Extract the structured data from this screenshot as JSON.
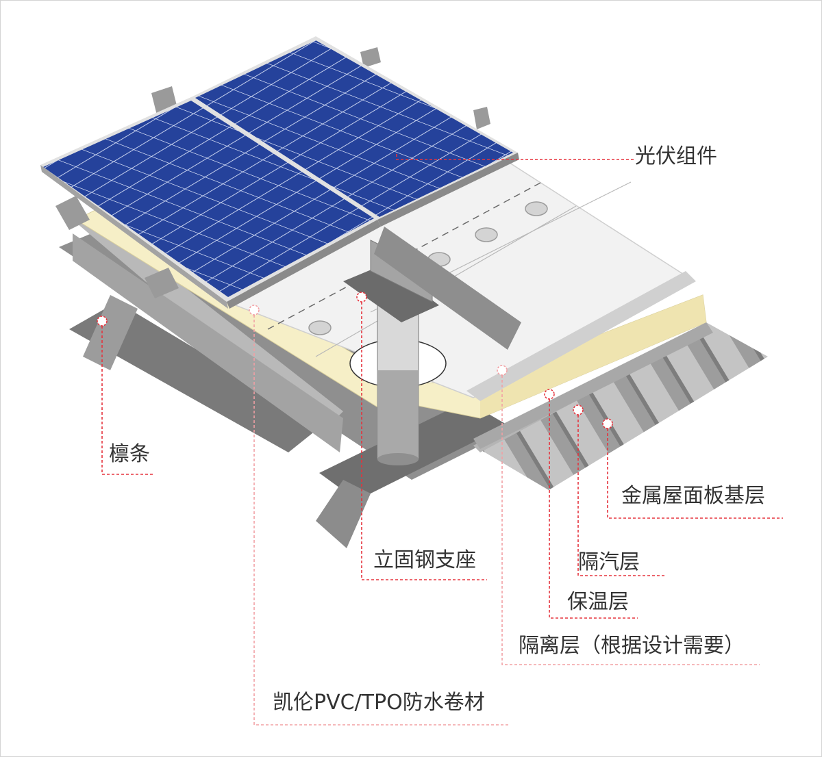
{
  "labels": {
    "pv_module": "光伏组件",
    "purlin": "檩条",
    "steel_support": "立固钢支座",
    "metal_deck": "金属屋面板基层",
    "vapor_barrier": "隔汽层",
    "insulation": "保温层",
    "isolation_layer": "隔离层（根据设计需要）",
    "membrane": "凯伦PVC/TPO防水卷材"
  },
  "colors": {
    "leader_line": "#e5333d",
    "leader_line_light": "#f2a0a4",
    "label_text": "#333333",
    "solar_cell": "#25429b",
    "solar_grid": "#c9d3ef",
    "insulation": "#f6efc7",
    "steel": "#9a9a9a",
    "steel_dark": "#6e6e6e",
    "membrane": "#f1f1f1"
  }
}
